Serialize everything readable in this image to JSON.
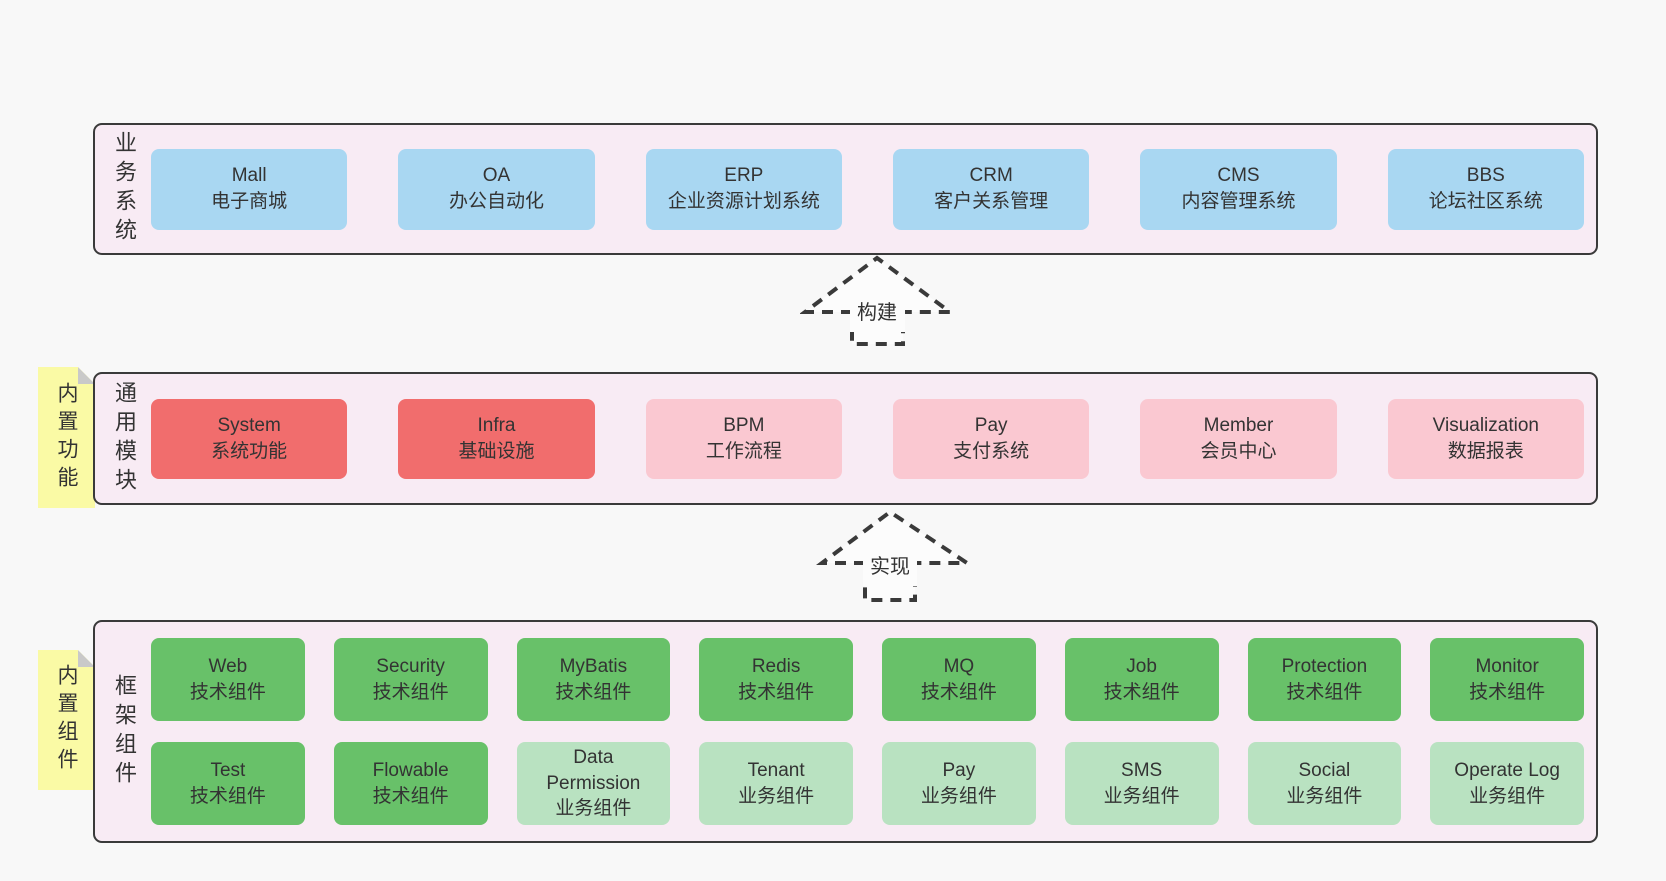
{
  "page": {
    "background": "#f8f8f8"
  },
  "colors": {
    "page_bg": "#f8f8f8",
    "container_fill": "#f8ebf4",
    "container_border": "#3a3a3a",
    "blue": "#a9d7f2",
    "red": "#f16d6d",
    "pink": "#fac8d1",
    "green": "#68c169",
    "light_green": "#b9e2c1",
    "sticky_yellow": "#fafaa5",
    "sticky_fold": "#c9c9c9",
    "text": "#333333"
  },
  "arrows": [
    {
      "label": "构建"
    },
    {
      "label": "实现"
    }
  ],
  "layers": {
    "business": {
      "label": "业务系统",
      "boxes": [
        {
          "title": "Mall",
          "subtitle": "电子商城"
        },
        {
          "title": "OA",
          "subtitle": "办公自动化"
        },
        {
          "title": "ERP",
          "subtitle": "企业资源计划系统"
        },
        {
          "title": "CRM",
          "subtitle": "客户关系管理"
        },
        {
          "title": "CMS",
          "subtitle": "内容管理系统"
        },
        {
          "title": "BBS",
          "subtitle": "论坛社区系统"
        }
      ]
    },
    "modules": {
      "label": "通用模块",
      "sticky": "内置功能",
      "boxes": [
        {
          "title": "System",
          "subtitle": "系统功能",
          "variant": "red"
        },
        {
          "title": "Infra",
          "subtitle": "基础设施",
          "variant": "red"
        },
        {
          "title": "BPM",
          "subtitle": "工作流程",
          "variant": "pink"
        },
        {
          "title": "Pay",
          "subtitle": "支付系统",
          "variant": "pink"
        },
        {
          "title": "Member",
          "subtitle": "会员中心",
          "variant": "pink"
        },
        {
          "title": "Visualization",
          "subtitle": "数据报表",
          "variant": "pink"
        }
      ]
    },
    "components": {
      "label": "框架组件",
      "sticky": "内置组件",
      "row1": [
        {
          "title": "Web",
          "subtitle": "技术组件",
          "variant": "green"
        },
        {
          "title": "Security",
          "subtitle": "技术组件",
          "variant": "green"
        },
        {
          "title": "MyBatis",
          "subtitle": "技术组件",
          "variant": "green"
        },
        {
          "title": "Redis",
          "subtitle": "技术组件",
          "variant": "green"
        },
        {
          "title": "MQ",
          "subtitle": "技术组件",
          "variant": "green"
        },
        {
          "title": "Job",
          "subtitle": "技术组件",
          "variant": "green"
        },
        {
          "title": "Protection",
          "subtitle": "技术组件",
          "variant": "green"
        },
        {
          "title": "Monitor",
          "subtitle": "技术组件",
          "variant": "green"
        }
      ],
      "row2": [
        {
          "title": "Test",
          "subtitle": "技术组件",
          "variant": "green"
        },
        {
          "title": "Flowable",
          "subtitle": "技术组件",
          "variant": "green"
        },
        {
          "title": "Data Permission",
          "subtitle": "业务组件",
          "variant": "light-green"
        },
        {
          "title": "Tenant",
          "subtitle": "业务组件",
          "variant": "light-green"
        },
        {
          "title": "Pay",
          "subtitle": "业务组件",
          "variant": "light-green"
        },
        {
          "title": "SMS",
          "subtitle": "业务组件",
          "variant": "light-green"
        },
        {
          "title": "Social",
          "subtitle": "业务组件",
          "variant": "light-green"
        },
        {
          "title": "Operate Log",
          "subtitle": "业务组件",
          "variant": "light-green"
        }
      ]
    }
  }
}
